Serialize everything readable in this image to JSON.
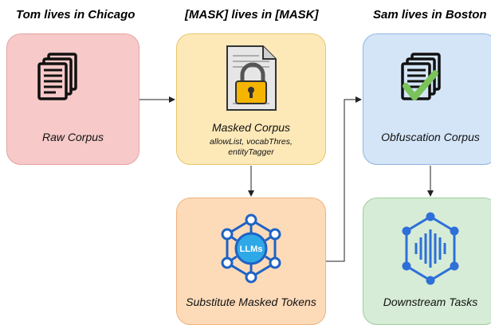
{
  "headers": {
    "left": "Tom lives in Chicago",
    "middle": "[MASK] lives in [MASK]",
    "right": "Sam lives in Boston"
  },
  "boxes": {
    "raw": {
      "label": "Raw Corpus",
      "icon": "document-icon",
      "color": "#f7c9c9"
    },
    "masked": {
      "label": "Masked Corpus",
      "params_line1": "allowList, vocabThres,",
      "params_line2": "entityTagger",
      "icon": "locked-document-icon",
      "color": "#fde9b8"
    },
    "obfuscation": {
      "label": "Obfuscation Corpus",
      "icon": "checked-document-icon",
      "color": "#d4e5f8"
    },
    "substitute": {
      "label": "Substitute Masked Tokens",
      "icon": "llm-network-icon",
      "icon_text": "LLMs",
      "color": "#fddbb9"
    },
    "downstream": {
      "label": "Downstream Tasks",
      "icon": "ai-brain-icon",
      "color": "#d6ecd6"
    }
  }
}
